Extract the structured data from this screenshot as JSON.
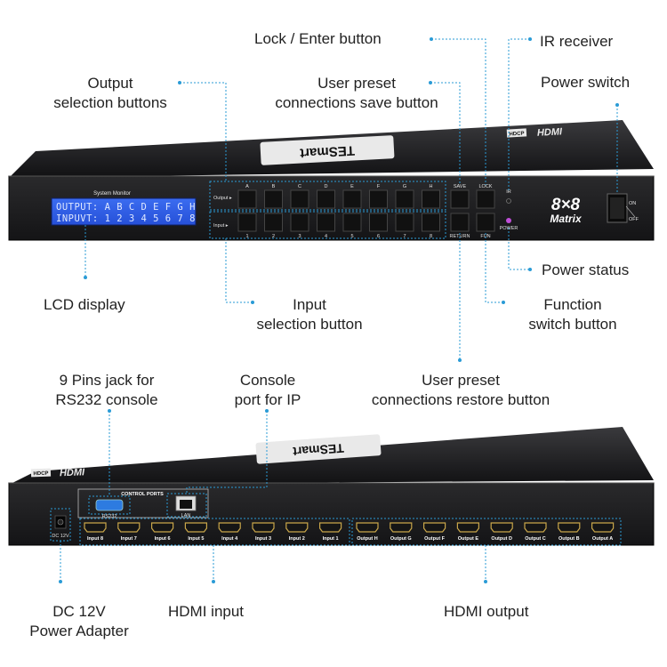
{
  "callouts": {
    "lock_enter": "Lock / Enter button",
    "ir_receiver": "IR receiver",
    "output_sel_1": "Output",
    "output_sel_2": "selection buttons",
    "user_preset_save_1": "User preset",
    "user_preset_save_2": "connections save button",
    "power_switch": "Power switch",
    "power_status": "Power status",
    "lcd_display": "LCD display",
    "input_sel_1": "Input",
    "input_sel_2": "selection button",
    "function_switch_1": "Function",
    "function_switch_2": "switch button",
    "rs232_1": "9 Pins jack for",
    "rs232_2": "RS232 console",
    "console_ip_1": "Console",
    "console_ip_2": "port for IP",
    "user_preset_restore_1": "User preset",
    "user_preset_restore_2": "connections restore button",
    "dc_1": "DC 12V",
    "dc_2": "Power Adapter",
    "hdmi_input": "HDMI input",
    "hdmi_output": "HDMI output"
  },
  "front_panel": {
    "brand": "TESmart",
    "system_monitor": "System Monitor",
    "lcd_line1": "OUTPUT: A B C D E F G H",
    "lcd_line2": "INPUVT: 1 2 3 4 5 6 7 8",
    "output_label": "Output ▸",
    "input_label": "Input ▸",
    "output_keys": [
      "A",
      "B",
      "C",
      "D",
      "E",
      "F",
      "G",
      "H"
    ],
    "input_keys": [
      "1",
      "2",
      "3",
      "4",
      "5",
      "6",
      "7",
      "8"
    ],
    "save": "SAVE",
    "lock": "LOCK",
    "return": "RETURN",
    "fun": "FUN",
    "ir": "IR",
    "power": "POWER",
    "matrix_big": "8×8",
    "matrix_word": "Matrix",
    "on": "ON",
    "off": "OFF",
    "hdcp": "HDCP",
    "hdmi": "HDMI"
  },
  "rear_panel": {
    "control_ports": "CONTROL PORTS",
    "rs232": "RS232",
    "lan": "LAN",
    "dc12v": "DC 12V",
    "inputs": [
      "Input 8",
      "Input 7",
      "Input 6",
      "Input 5",
      "Input 4",
      "Input 3",
      "Input 2",
      "Input 1"
    ],
    "outputs": [
      "Output H",
      "Output G",
      "Output F",
      "Output E",
      "Output D",
      "Output C",
      "Output B",
      "Output A"
    ]
  },
  "colors": {
    "chassis": "#1b1b1d",
    "lcd": "#2f5fe6",
    "leader": "#2a9bd6",
    "power_led": "#c04fd8"
  }
}
